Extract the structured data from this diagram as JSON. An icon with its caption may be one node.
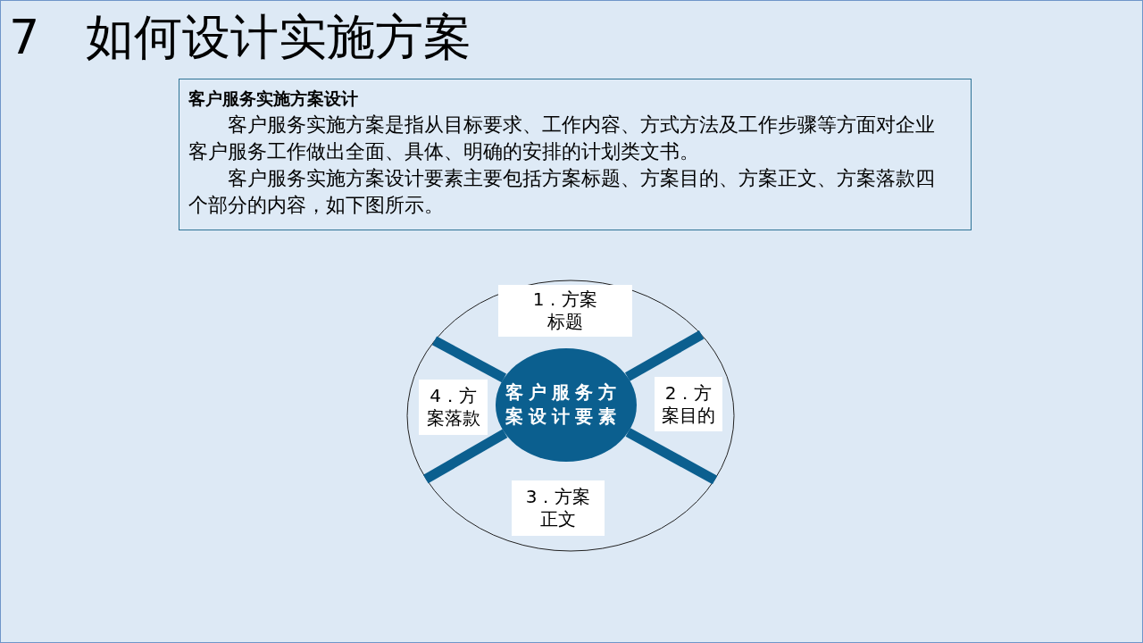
{
  "diagram": {
    "title": "7 如何设计实施方案",
    "nodes": [
      {
        "text": [
          "客户服务实施方案设计",
          "客户服务实施方案是指从目标要求、工作内容、方式方法及工作步骤等方面对企业客户服务工作做出全面、具体、明确的安排的计划类文书。",
          "客户服务实施方案设计要素主要包括方案标题、方案目的、方案正文、方案落款四个部分的内容，如下图所示。"
        ]
      },
      {
        "text": [],
        "shape": "circle"
      },
      {
        "text": [
          "客户服务方案设计要素"
        ],
        "in": 1
      },
      {
        "text": [
          "1．方案标题"
        ],
        "in": 1
      },
      {
        "text": [
          "2．方案目的"
        ],
        "in": 1
      },
      {
        "text": [
          "3．方案正文"
        ],
        "in": 1
      },
      {
        "text": [
          "4．方案落款"
        ],
        "in": 1
      }
    ],
    "edges": [
      {
        "from": 2,
        "to": 1,
        "arrow": "none"
      },
      {
        "from": 2,
        "to": 1,
        "arrow": "none"
      },
      {
        "from": 2,
        "to": 1,
        "arrow": "none"
      },
      {
        "from": 2,
        "to": 1,
        "arrow": "none"
      }
    ]
  }
}
